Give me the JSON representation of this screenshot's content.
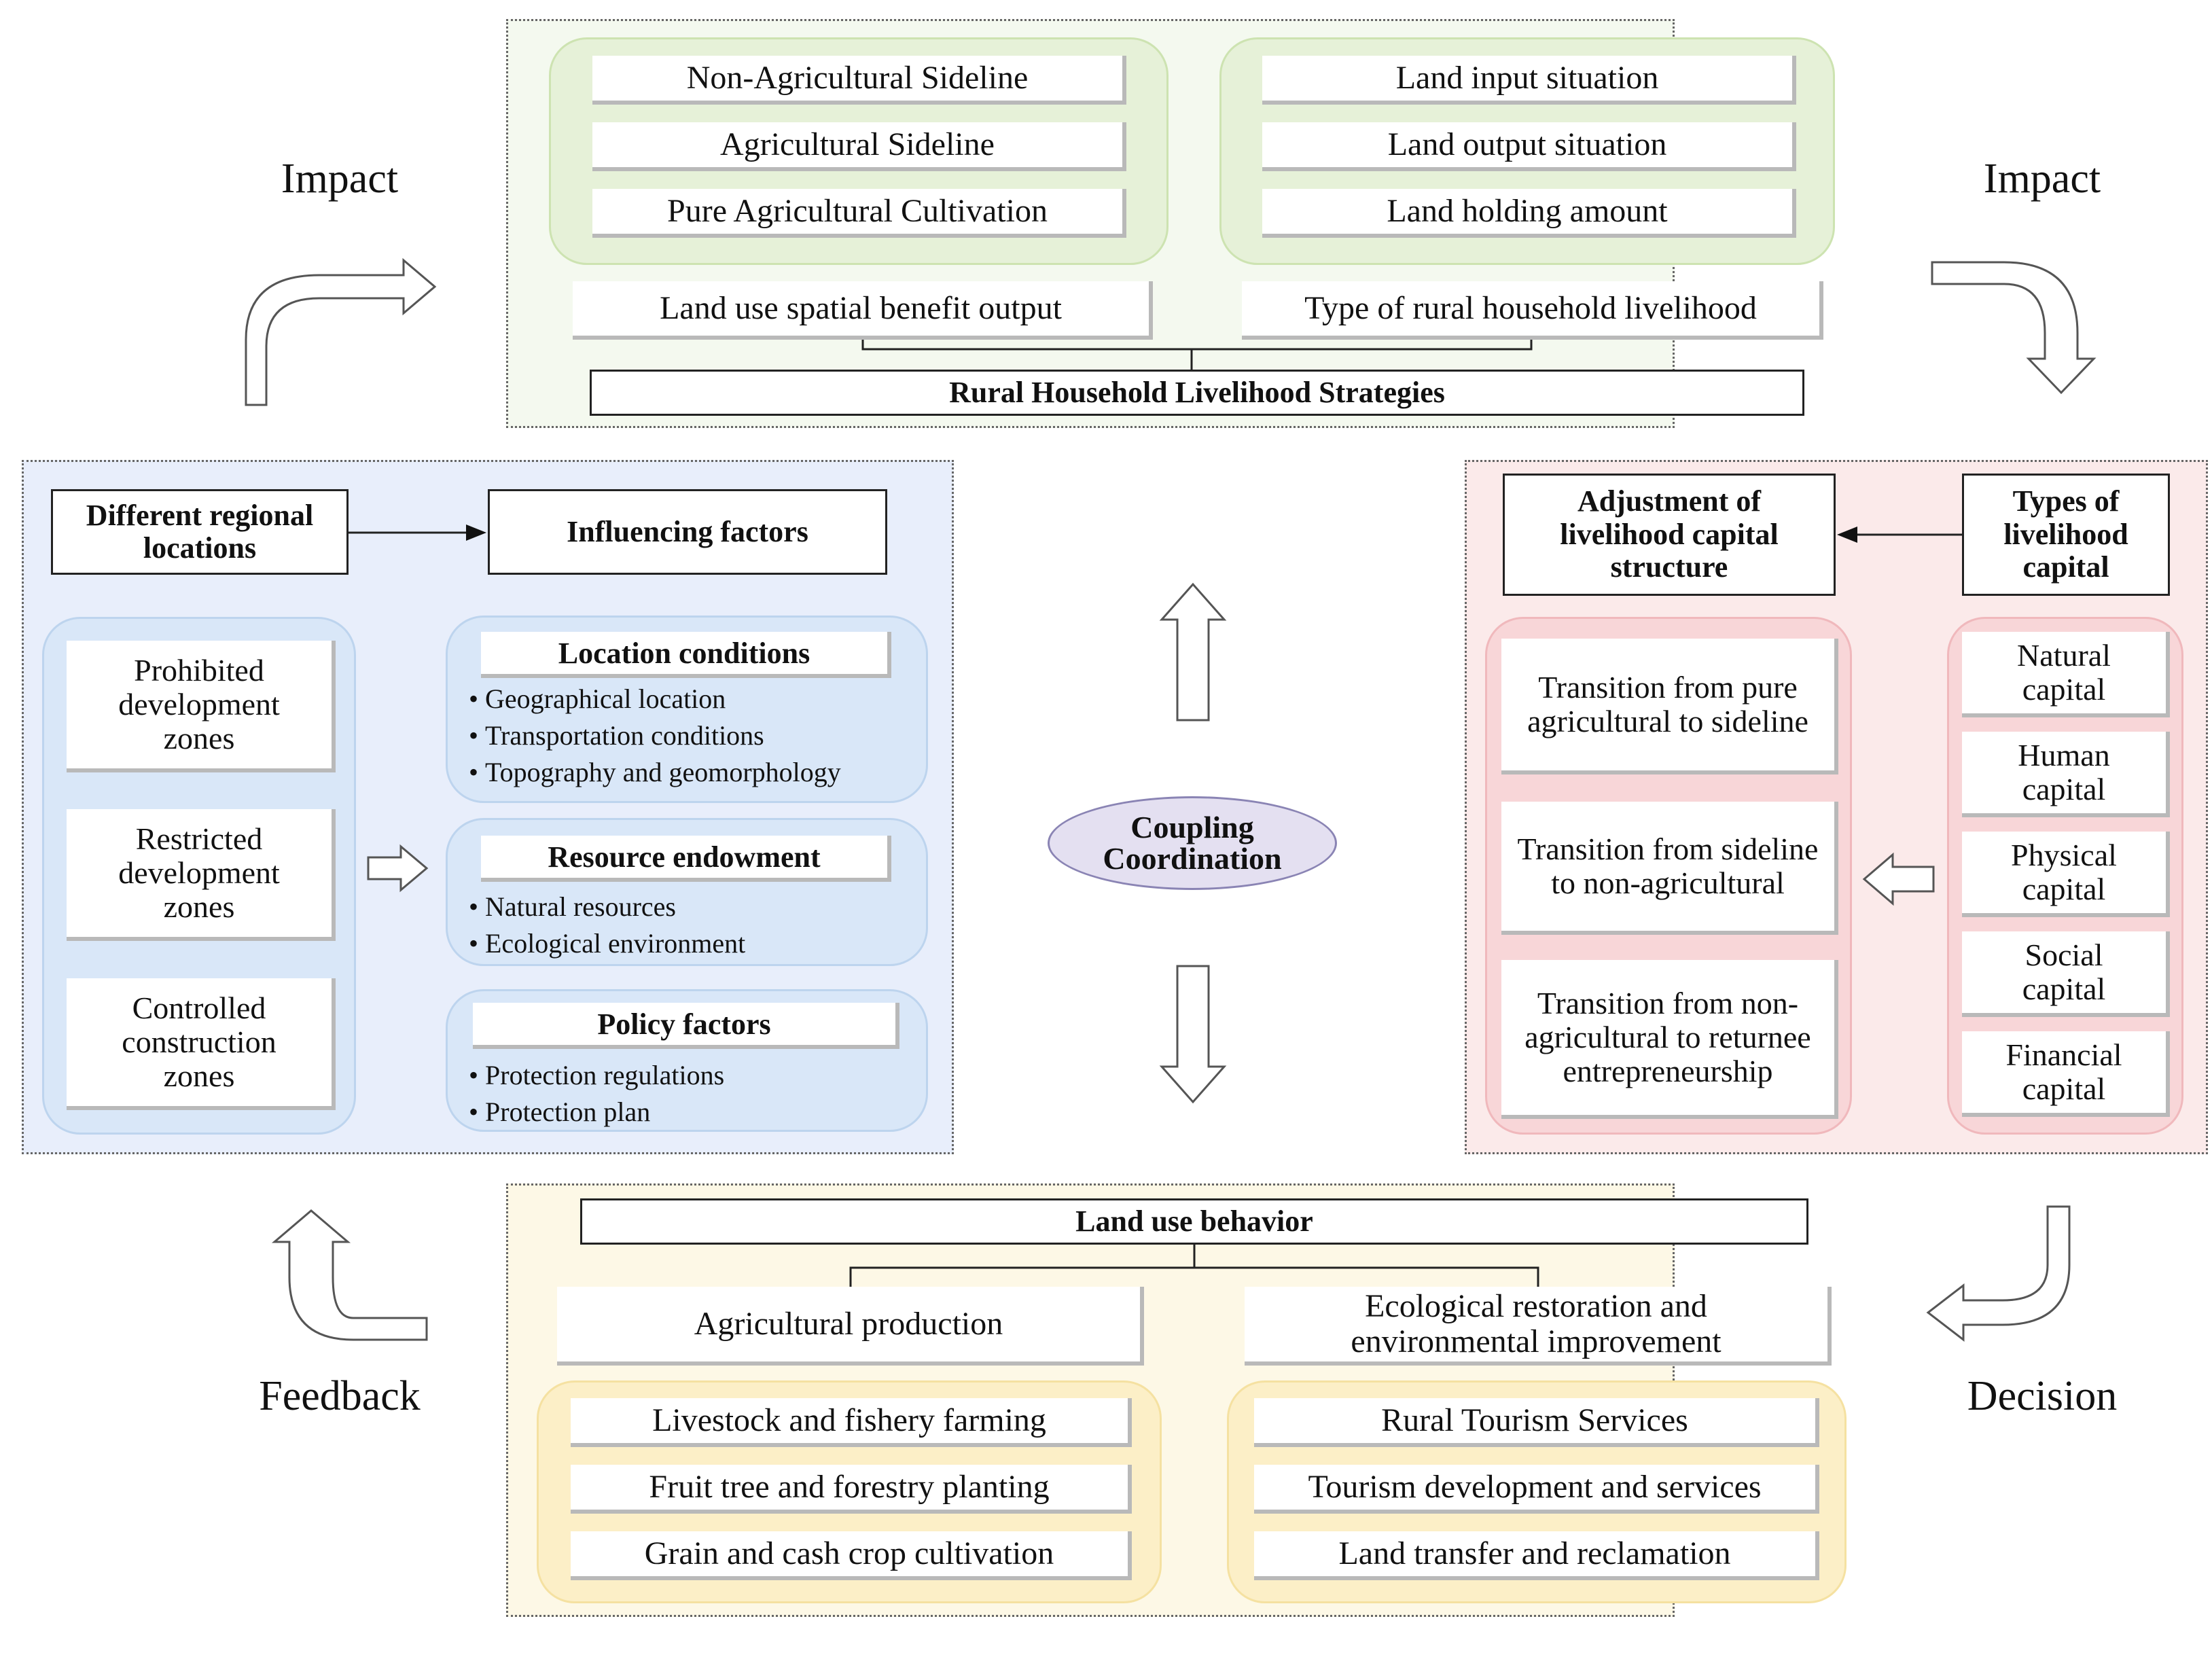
{
  "top": {
    "left_items": [
      "Non-Agricultural Sideline",
      "Agricultural Sideline",
      "Pure Agricultural Cultivation"
    ],
    "right_items": [
      "Land input situation",
      "Land output situation",
      "Land holding amount"
    ],
    "left_summary": "Land use spatial benefit output",
    "right_summary": "Type of rural household livelihood",
    "title": "Rural Household Livelihood Strategies"
  },
  "labels": {
    "impact_left": "Impact",
    "impact_right": "Impact",
    "feedback": "Feedback",
    "decision": "Decision"
  },
  "center": {
    "line1": "Coupling",
    "line2": "Coordination"
  },
  "left": {
    "regional_title": "Different regional locations",
    "influencing_title": "Influencing factors",
    "zones": [
      "Prohibited development zones",
      "Restricted development zones",
      "Controlled construction zones"
    ],
    "factor_groups": [
      {
        "title": "Location conditions",
        "items": [
          "Geographical location",
          "Transportation conditions",
          "Topography and geomorphology"
        ]
      },
      {
        "title": "Resource endowment",
        "items": [
          "Natural resources",
          "Ecological environment"
        ]
      },
      {
        "title": "Policy factors",
        "items": [
          "Protection regulations",
          "Protection plan"
        ]
      }
    ]
  },
  "right": {
    "adjustment_title": "Adjustment of livelihood capital structure",
    "types_title": "Types of livelihood capital",
    "transitions": [
      "Transition from pure agricultural to sideline",
      "Transition from sideline to non-agricultural",
      "Transition from non-agricultural to returnee entrepreneurship"
    ],
    "capitals": [
      "Natural capital",
      "Human capital",
      "Physical capital",
      "Social capital",
      "Financial capital"
    ]
  },
  "bottom": {
    "title": "Land use behavior",
    "left_summary": "Agricultural production",
    "right_summary": "Ecological restoration and environmental improvement",
    "left_items": [
      "Livestock and fishery farming",
      "Fruit tree and forestry planting",
      "Grain and cash crop cultivation"
    ],
    "right_items": [
      "Rural Tourism Services",
      "Tourism development and services",
      "Land transfer and reclamation"
    ]
  },
  "colors": {
    "green_panel": "#f4f9ef",
    "green_pill": "#e6f1d8",
    "blue_panel": "#e8eefb",
    "blue_pill": "#d9e7f8",
    "pink_panel": "#fbeaea",
    "pink_pill": "#f8d6d8",
    "yellow_panel": "#fdf8e6",
    "yellow_pill": "#fcefc7",
    "ellipse": "#e4e0f1"
  }
}
